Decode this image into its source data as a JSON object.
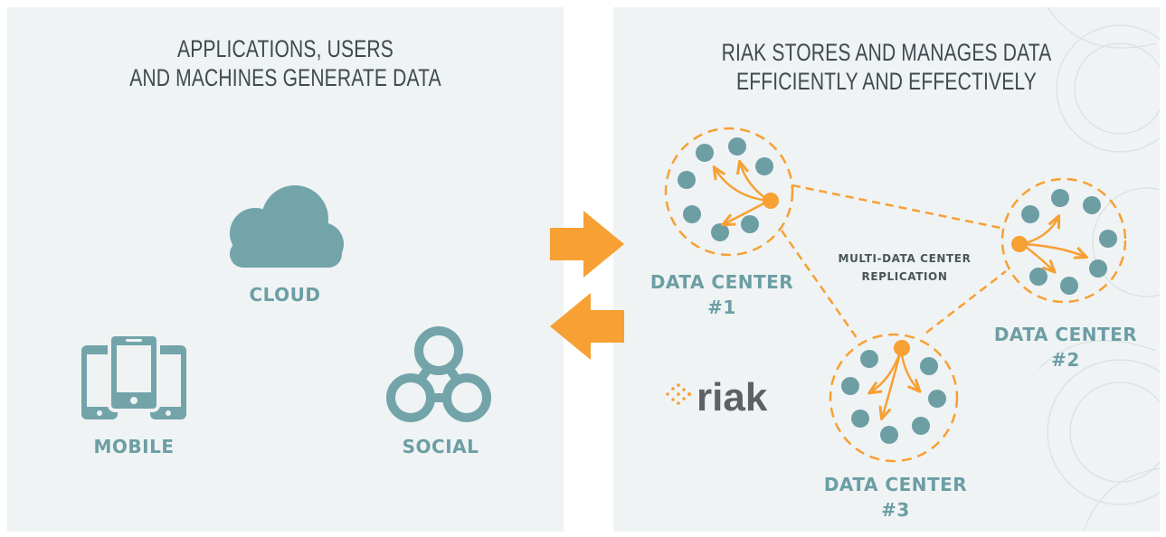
{
  "left": {
    "title_lines": [
      "APPLICATIONS, USERS",
      "AND MACHINES GENERATE DATA"
    ],
    "sources": {
      "cloud": "CLOUD",
      "mobile": "MOBILE",
      "social": "SOCIAL"
    }
  },
  "right": {
    "title_lines": [
      "RIAK STORES AND MANAGES DATA",
      "EFFICIENTLY AND EFFECTIVELY"
    ],
    "data_centers": [
      {
        "line1": "DATA CENTER",
        "line2": "#1"
      },
      {
        "line1": "DATA CENTER",
        "line2": "#2"
      },
      {
        "line1": "DATA CENTER",
        "line2": "#3"
      }
    ],
    "replication_lines": [
      "MULTI-DATA CENTER",
      "REPLICATION"
    ],
    "logo_text": "riak"
  },
  "colors": {
    "accent_orange": "#f7a033",
    "node_teal": "#6c9ea4",
    "icon_teal": "#72a4aa",
    "title_gray": "#3f4a50",
    "panel_bg": "#eff3f4"
  },
  "icons": [
    "cloud-icon",
    "mobile-devices-icon",
    "social-network-icon",
    "arrow-right-icon",
    "arrow-left-icon",
    "riak-logo-icon"
  ]
}
